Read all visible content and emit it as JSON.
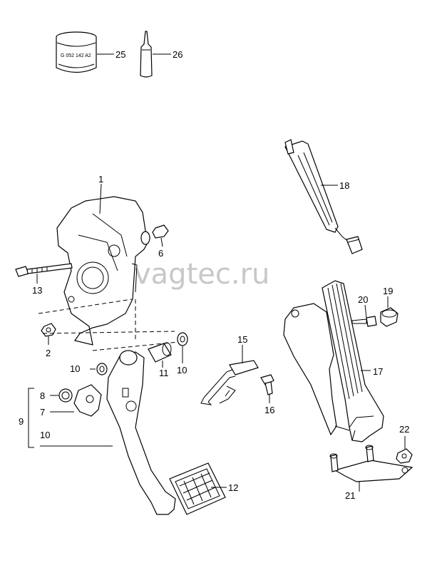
{
  "watermark": "vagtec.ru",
  "can_label": "G 052 142 A2",
  "callouts": {
    "c1": "1",
    "c2": "2",
    "c6": "6",
    "c7": "7",
    "c8": "8",
    "c9": "9",
    "c10a": "10",
    "c10b": "10",
    "c10c": "10",
    "c11": "11",
    "c12": "12",
    "c13": "13",
    "c15": "15",
    "c16": "16",
    "c17": "17",
    "c18": "18",
    "c19": "19",
    "c20": "20",
    "c21": "21",
    "c22": "22",
    "c25": "25",
    "c26": "26"
  }
}
